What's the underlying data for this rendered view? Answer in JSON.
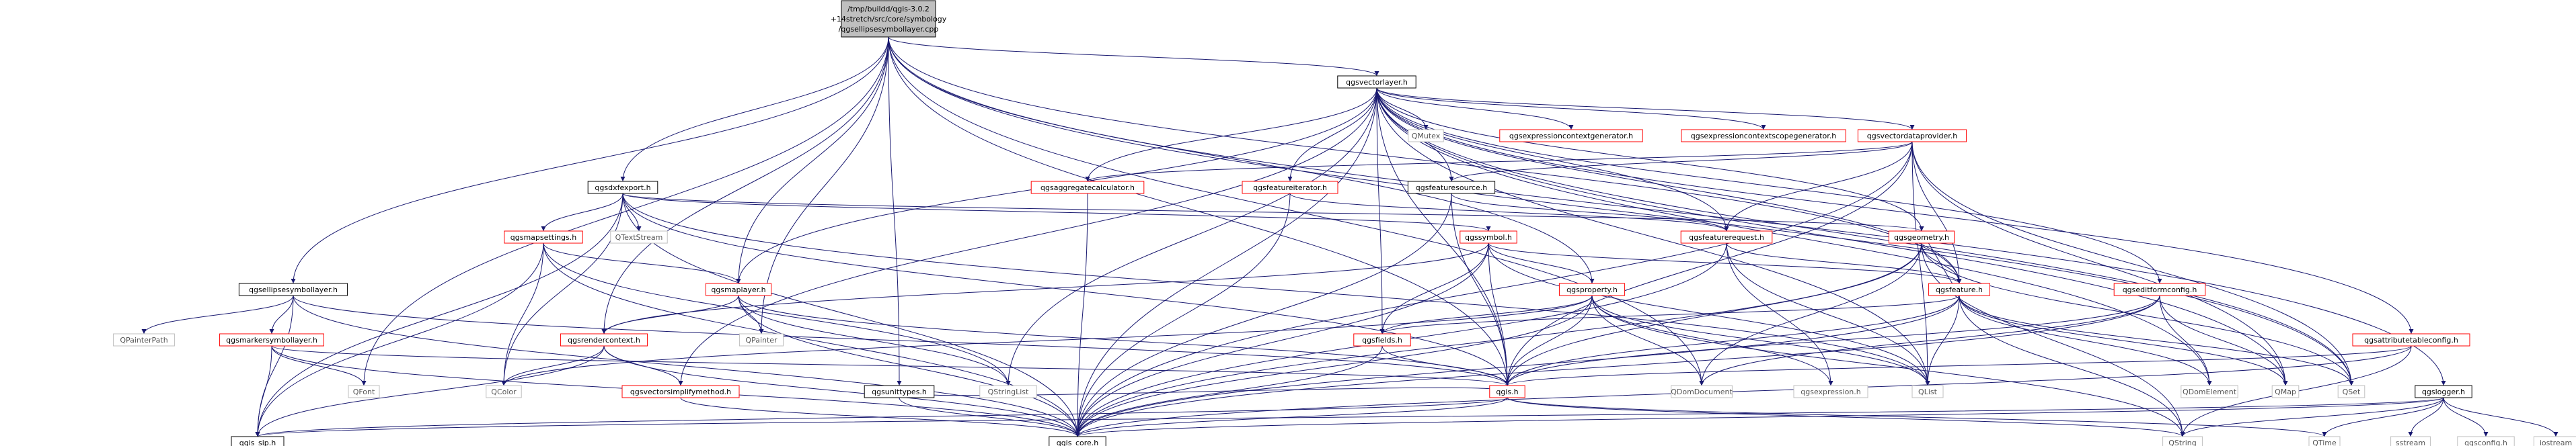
{
  "diagram": {
    "root_label_lines": [
      "/tmp/buildd/qgis-3.0.2",
      "+14stretch/src/core/symbology",
      "/qgsellipsesymbollayer.cpp"
    ],
    "nodes": {
      "qgsvectorlayer": {
        "label": "qgsvectorlayer.h",
        "border": "black"
      },
      "qgsdxfexport": {
        "label": "qgsdxfexport.h",
        "border": "black"
      },
      "qgsellipsesymbollayer": {
        "label": "qgsellipsesymbollayer.h",
        "border": "black"
      },
      "qgslogger": {
        "label": "qgslogger.h",
        "border": "black"
      },
      "qgsunittypes": {
        "label": "qgsunittypes.h",
        "border": "black"
      },
      "qgsfeaturesource": {
        "label": "qgsfeaturesource.h",
        "border": "black"
      },
      "qgsvectordataprovider": {
        "label": "qgsvectordataprovider.h",
        "border": "red"
      },
      "qgsexpressioncontextgenerator": {
        "label": "qgsexpressioncontextgenerator.h",
        "border": "red"
      },
      "qgsexpressioncontextscopegenerator": {
        "label": "qgsexpressioncontextscopegenerator.h",
        "border": "red"
      },
      "qgsaggregatecalculator": {
        "label": "qgsaggregatecalculator.h",
        "border": "red"
      },
      "qgsfeatureiterator": {
        "label": "qgsfeatureiterator.h",
        "border": "red"
      },
      "qgsfeaturerequest": {
        "label": "qgsfeaturerequest.h",
        "border": "red"
      },
      "qgsmapsettings": {
        "label": "qgsmapsettings.h",
        "border": "red"
      },
      "qgssymbol": {
        "label": "qgssymbol.h",
        "border": "red"
      },
      "qgsgeometry": {
        "label": "qgsgeometry.h",
        "border": "red"
      },
      "qgseditformconfig": {
        "label": "qgseditformconfig.h",
        "border": "red"
      },
      "qgsmaplayer": {
        "label": "qgsmaplayer.h",
        "border": "red"
      },
      "qgsproperty": {
        "label": "qgsproperty.h",
        "border": "red"
      },
      "qgsfeature": {
        "label": "qgsfeature.h",
        "border": "red"
      },
      "qgsattributetableconfig": {
        "label": "qgsattributetableconfig.h",
        "border": "red"
      },
      "qgsmarkersymbollayer": {
        "label": "qgsmarkersymbollayer.h",
        "border": "red"
      },
      "qgsrendercontext": {
        "label": "qgsrendercontext.h",
        "border": "red"
      },
      "qgsfields": {
        "label": "qgsfields.h",
        "border": "red"
      },
      "qgsvectorsimplifymethod": {
        "label": "qgsvectorsimplifymethod.h",
        "border": "red"
      },
      "qgis": {
        "label": "qgis.h",
        "border": "red"
      },
      "qgis_sip": {
        "label": "qgis_sip.h",
        "border": "black"
      },
      "qgis_core": {
        "label": "qgis_core.h",
        "border": "black"
      },
      "QMutex": {
        "label": "QMutex",
        "border": "grey"
      },
      "QTextStream": {
        "label": "QTextStream",
        "border": "grey"
      },
      "QPainterPath": {
        "label": "QPainterPath",
        "border": "grey"
      },
      "QPainter": {
        "label": "QPainter",
        "border": "grey"
      },
      "QStringList": {
        "label": "QStringList",
        "border": "grey"
      },
      "QFont": {
        "label": "QFont",
        "border": "grey"
      },
      "QColor": {
        "label": "QColor",
        "border": "grey"
      },
      "QDomDocument": {
        "label": "QDomDocument",
        "border": "grey"
      },
      "qgsexpression": {
        "label": "qgsexpression.h",
        "border": "grey"
      },
      "QList": {
        "label": "QList",
        "border": "grey"
      },
      "QDomElement": {
        "label": "QDomElement",
        "border": "grey"
      },
      "QMap": {
        "label": "QMap",
        "border": "grey"
      },
      "QSet": {
        "label": "QSet",
        "border": "grey"
      },
      "QString": {
        "label": "QString",
        "border": "grey"
      },
      "QTime": {
        "label": "QTime",
        "border": "grey"
      },
      "sstream": {
        "label": "sstream",
        "border": "grey"
      },
      "qgsconfig": {
        "label": "qgsconfig.h",
        "border": "grey"
      },
      "iostream": {
        "label": "iostream",
        "border": "grey"
      }
    }
  }
}
